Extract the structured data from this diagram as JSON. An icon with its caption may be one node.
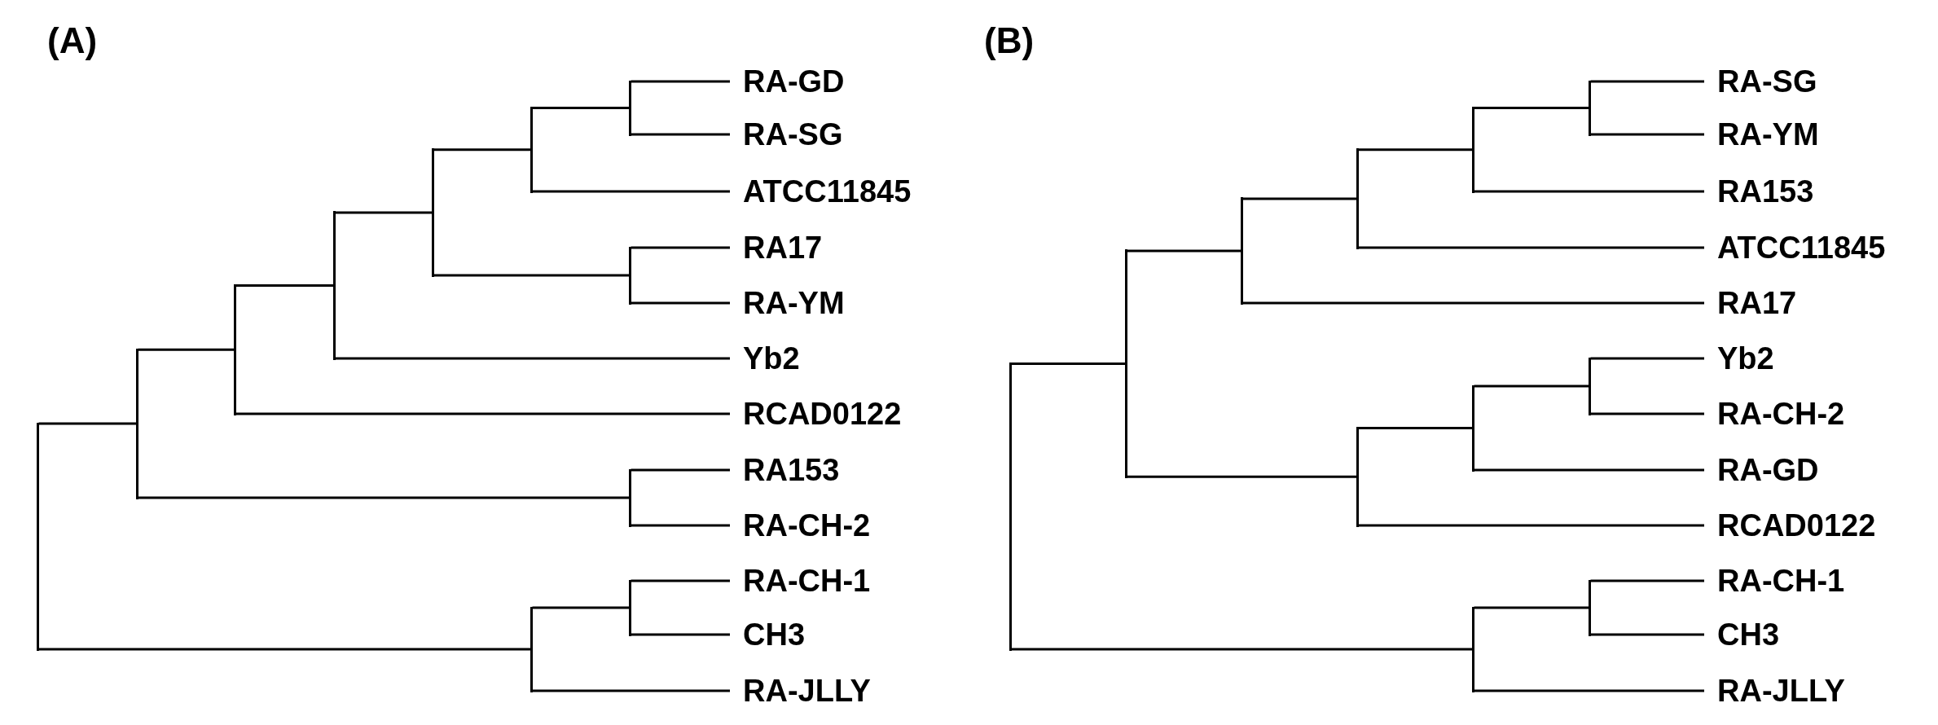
{
  "diagram": {
    "nodes": [
      {
        "text": [
          "RA-GD"
        ]
      },
      {
        "text": [
          "RA-SG"
        ]
      },
      {
        "text": [
          "ATCC11845"
        ]
      },
      {
        "text": [
          "RA17"
        ]
      },
      {
        "text": [
          "RA-YM"
        ]
      },
      {
        "text": [
          "Yb2"
        ]
      },
      {
        "text": [
          "RCAD0122"
        ]
      },
      {
        "text": [
          "RA153"
        ]
      },
      {
        "text": [
          "RA-CH-2"
        ]
      },
      {
        "text": [
          "RA-CH-1"
        ]
      },
      {
        "text": [
          "CH3"
        ]
      },
      {
        "text": [
          "RA-JLLY"
        ]
      },
      {
        "text": [],
        "shape": "bar"
      },
      {
        "text": [],
        "shape": "bar"
      },
      {
        "text": [],
        "shape": "bar"
      },
      {
        "text": [],
        "shape": "bar"
      },
      {
        "text": [],
        "shape": "bar"
      },
      {
        "text": [],
        "shape": "bar"
      },
      {
        "text": [],
        "shape": "bar"
      },
      {
        "text": [],
        "shape": "bar"
      },
      {
        "text": [],
        "shape": "bar"
      },
      {
        "text": [],
        "shape": "bar"
      },
      {
        "text": [],
        "shape": "bar"
      },
      {
        "text": [
          "RA-SG"
        ]
      },
      {
        "text": [
          "RA-YM"
        ]
      },
      {
        "text": [
          "RA153"
        ]
      },
      {
        "text": [
          "ATCC11845"
        ]
      },
      {
        "text": [
          "RA17"
        ]
      },
      {
        "text": [
          "Yb2"
        ]
      },
      {
        "text": [
          "RA-CH-2"
        ]
      },
      {
        "text": [
          "RA-GD"
        ]
      },
      {
        "text": [
          "RCAD0122"
        ]
      },
      {
        "text": [
          "RA-CH-1"
        ]
      },
      {
        "text": [
          "CH3"
        ]
      },
      {
        "text": [
          "RA-JLLY"
        ]
      },
      {
        "text": [],
        "shape": "bar"
      },
      {
        "text": [],
        "shape": "bar"
      },
      {
        "text": [],
        "shape": "bar"
      },
      {
        "text": [],
        "shape": "bar"
      },
      {
        "text": [],
        "shape": "bar"
      },
      {
        "text": [],
        "shape": "bar"
      },
      {
        "text": [],
        "shape": "bar"
      },
      {
        "text": [],
        "shape": "bar"
      },
      {
        "text": [],
        "shape": "bar"
      },
      {
        "text": [],
        "shape": "bar"
      },
      {
        "text": [],
        "shape": "bar"
      }
    ],
    "edges": [
      {
        "from": 12,
        "to": 13,
        "arrow": "none"
      },
      {
        "from": 12,
        "to": 21,
        "arrow": "none"
      },
      {
        "from": 13,
        "to": 14,
        "arrow": "none"
      },
      {
        "from": 13,
        "to": 20,
        "arrow": "none"
      },
      {
        "from": 14,
        "to": 15,
        "arrow": "none"
      },
      {
        "from": 14,
        "to": 6,
        "arrow": "none"
      },
      {
        "from": 15,
        "to": 16,
        "arrow": "none"
      },
      {
        "from": 15,
        "to": 5,
        "arrow": "none"
      },
      {
        "from": 16,
        "to": 17,
        "arrow": "none"
      },
      {
        "from": 16,
        "to": 19,
        "arrow": "none"
      },
      {
        "from": 17,
        "to": 18,
        "arrow": "none"
      },
      {
        "from": 17,
        "to": 2,
        "arrow": "none"
      },
      {
        "from": 18,
        "to": 0,
        "arrow": "none"
      },
      {
        "from": 18,
        "to": 1,
        "arrow": "none"
      },
      {
        "from": 19,
        "to": 3,
        "arrow": "none"
      },
      {
        "from": 19,
        "to": 4,
        "arrow": "none"
      },
      {
        "from": 20,
        "to": 7,
        "arrow": "none"
      },
      {
        "from": 20,
        "to": 8,
        "arrow": "none"
      },
      {
        "from": 21,
        "to": 22,
        "arrow": "none"
      },
      {
        "from": 21,
        "to": 11,
        "arrow": "none"
      },
      {
        "from": 22,
        "to": 9,
        "arrow": "none"
      },
      {
        "from": 22,
        "to": 10,
        "arrow": "none"
      },
      {
        "from": 35,
        "to": 36,
        "arrow": "none"
      },
      {
        "from": 35,
        "to": 44,
        "arrow": "none"
      },
      {
        "from": 36,
        "to": 37,
        "arrow": "none"
      },
      {
        "from": 36,
        "to": 41,
        "arrow": "none"
      },
      {
        "from": 37,
        "to": 38,
        "arrow": "none"
      },
      {
        "from": 37,
        "to": 27,
        "arrow": "none"
      },
      {
        "from": 38,
        "to": 39,
        "arrow": "none"
      },
      {
        "from": 38,
        "to": 26,
        "arrow": "none"
      },
      {
        "from": 39,
        "to": 40,
        "arrow": "none"
      },
      {
        "from": 39,
        "to": 25,
        "arrow": "none"
      },
      {
        "from": 40,
        "to": 23,
        "arrow": "none"
      },
      {
        "from": 40,
        "to": 24,
        "arrow": "none"
      },
      {
        "from": 41,
        "to": 42,
        "arrow": "none"
      },
      {
        "from": 41,
        "to": 31,
        "arrow": "none"
      },
      {
        "from": 42,
        "to": 43,
        "arrow": "none"
      },
      {
        "from": 42,
        "to": 30,
        "arrow": "none"
      },
      {
        "from": 43,
        "to": 28,
        "arrow": "none"
      },
      {
        "from": 43,
        "to": 29,
        "arrow": "none"
      },
      {
        "from": 44,
        "to": 45,
        "arrow": "none"
      },
      {
        "from": 44,
        "to": 34,
        "arrow": "none"
      },
      {
        "from": 45,
        "to": 32,
        "arrow": "none"
      },
      {
        "from": 45,
        "to": 33,
        "arrow": "none"
      }
    ],
    "labels": [
      "(A)",
      "(B)"
    ]
  }
}
